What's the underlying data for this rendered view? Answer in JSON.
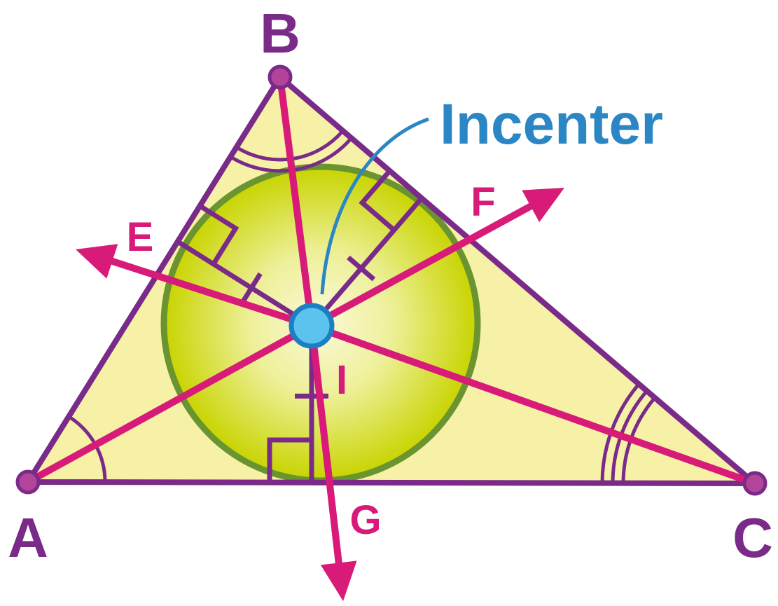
{
  "diagram": {
    "title_label": "Incenter",
    "vertices": {
      "a": "A",
      "b": "B",
      "c": "C"
    },
    "points": {
      "e": "E",
      "f": "F",
      "g": "G",
      "i": "I"
    },
    "colors": {
      "triangle_stroke": "#7a2a88",
      "triangle_fill": "#f6f1a6",
      "bisector": "#d81b78",
      "circle_stroke": "#6a9430",
      "circle_inner": "#fbf9d8",
      "circle_outer": "#c8d400",
      "incenter": "#5cc2ee",
      "incenter_stroke": "#1c7fc4",
      "label_blue": "#2a86c4",
      "vertex_fill": "#b2449a"
    }
  }
}
